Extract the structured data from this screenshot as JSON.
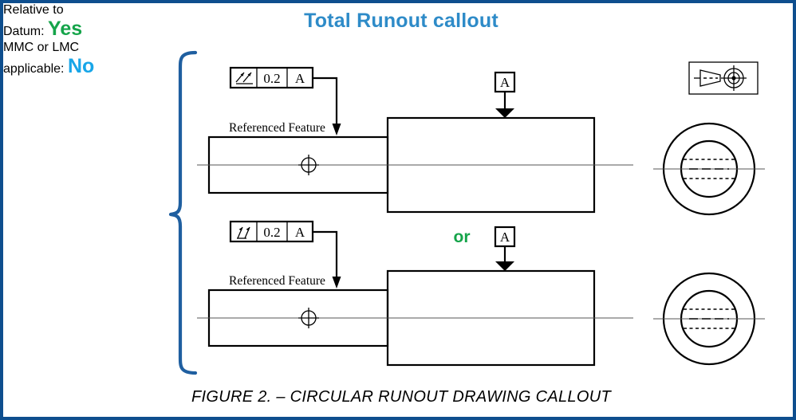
{
  "figure": {
    "title": "Total Runout callout",
    "caption": "FIGURE 2. – CIRCULAR RUNOUT DRAWING CALLOUT",
    "border_color": "#0e4e8e",
    "title_color": "#2e8bc8"
  },
  "side_labels": {
    "datum": {
      "text": "Relative to",
      "text2": "Datum:",
      "value": "Yes",
      "value_color": "#15a44a"
    },
    "mmc": {
      "text": "MMC or LMC",
      "text2": "applicable:",
      "value": "No",
      "value_color": "#18a6e8"
    }
  },
  "brace": {
    "color": "#1f5fa0"
  },
  "views": [
    {
      "id": "upper",
      "control_frame": {
        "symbol": "total-runout-double-arrow",
        "tolerance": "0.2",
        "datum": "A"
      },
      "leader_label": "Referenced Feature",
      "datum_feature": {
        "label": "A"
      },
      "end_view": {
        "type": "concentric-circles",
        "outer_radius": 57,
        "inner_radius": 35
      }
    },
    {
      "id": "lower",
      "control_frame": {
        "symbol": "circular-runout-single-arrow",
        "tolerance": "0.2",
        "datum": "A"
      },
      "leader_label": "Referenced Feature",
      "datum_feature": {
        "label": "A"
      },
      "connector": "or",
      "end_view": {
        "type": "concentric-circles",
        "outer_radius": 57,
        "inner_radius": 35
      }
    }
  ],
  "corner_symbol": {
    "name": "taper-and-concentricity-target",
    "description": "boxed cone with concentric circle target"
  }
}
